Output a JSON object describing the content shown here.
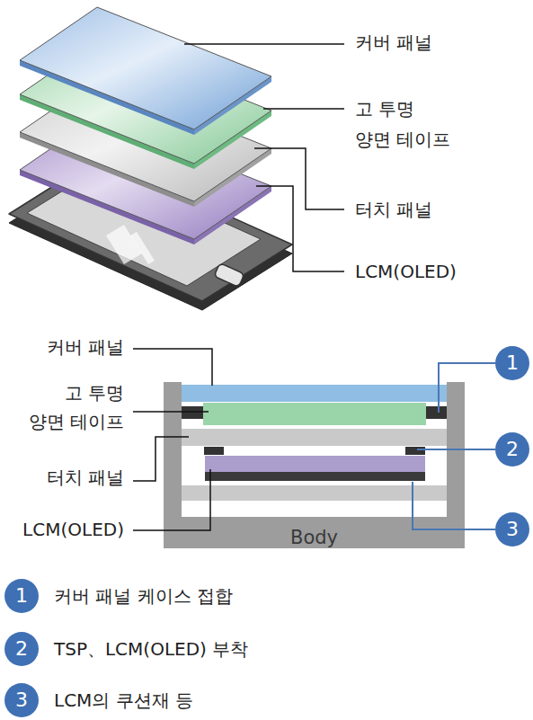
{
  "diagram": {
    "nodes": [
      {
        "text": [
          "1"
        ]
      },
      {
        "text": [
          "2"
        ]
      },
      {
        "text": [
          "3"
        ]
      },
      {
        "text": [
          "Body"
        ]
      },
      {
        "text": [
          "1"
        ]
      },
      {
        "text": [
          "2"
        ]
      },
      {
        "text": [
          "3"
        ]
      }
    ],
    "labels": [
      "커버 패널",
      "고 투명 양면 테이프",
      "터치 패널",
      "LCM(OLED)",
      "커버 패널",
      "고 투명 양면 테이프",
      "터치 패널",
      "LCM(OLED)",
      "커버 패널 케이스 접합",
      "TSP、LCM(OLED) 부착",
      "LCM의 쿠션재 등"
    ]
  }
}
